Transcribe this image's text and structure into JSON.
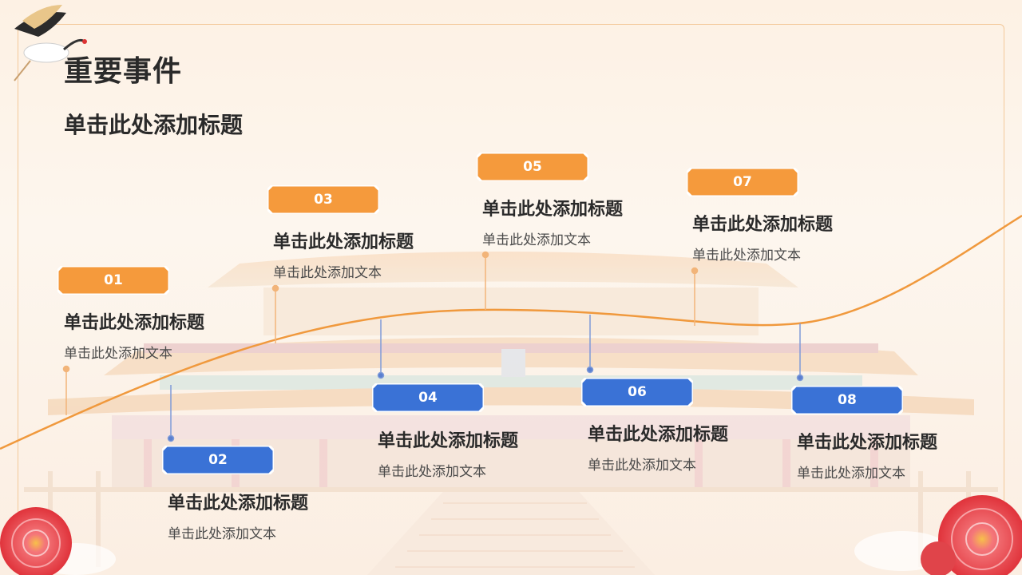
{
  "header": {
    "title": "重要事件",
    "subtitle": "单击此处添加标题"
  },
  "events": [
    {
      "num": "01",
      "title": "单击此处添加标题",
      "text": "单击此处添加文本",
      "color": "orange"
    },
    {
      "num": "02",
      "title": "单击此处添加标题",
      "text": "单击此处添加文本",
      "color": "blue"
    },
    {
      "num": "03",
      "title": "单击此处添加标题",
      "text": "单击此处添加文本",
      "color": "orange"
    },
    {
      "num": "04",
      "title": "单击此处添加标题",
      "text": "单击此处添加文本",
      "color": "blue"
    },
    {
      "num": "05",
      "title": "单击此处添加标题",
      "text": "单击此处添加文本",
      "color": "orange"
    },
    {
      "num": "06",
      "title": "单击此处添加标题",
      "text": "单击此处添加文本",
      "color": "blue"
    },
    {
      "num": "07",
      "title": "单击此处添加标题",
      "text": "单击此处添加文本",
      "color": "orange"
    },
    {
      "num": "08",
      "title": "单击此处添加标题",
      "text": "单击此处添加文本",
      "color": "blue"
    }
  ],
  "colors": {
    "orange_badge": "#f59a3c",
    "blue_badge": "#3a72d6",
    "curve": "#f0993d"
  }
}
